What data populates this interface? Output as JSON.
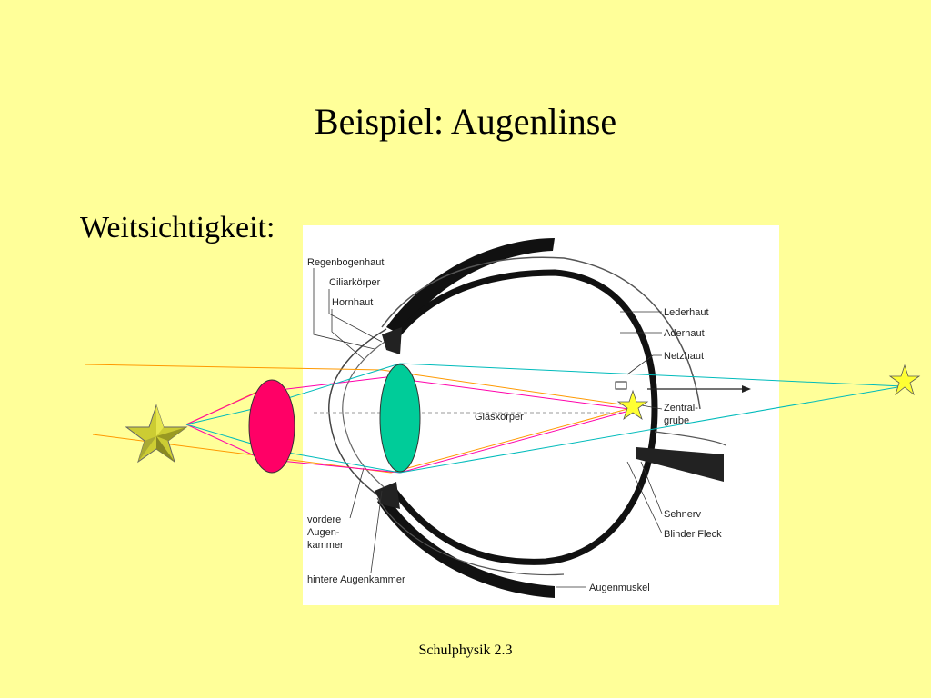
{
  "slide": {
    "title": "Beispiel: Augenlinse",
    "subtitle": "Weitsichtigkeit:",
    "footer": "Schulphysik 2.3"
  },
  "eye_labels": {
    "regenbogenhaut": "Regenbogenhaut",
    "ciliarkoerper": "Ciliarkörper",
    "hornhaut": "Hornhaut",
    "lederhaut": "Lederhaut",
    "aderhaut": "Aderhaut",
    "netzhaut": "Netzhaut",
    "zentral": "Zentral-",
    "grube": "grube",
    "glaskoerper": "Glaskörper",
    "sehnerv": "Sehnerv",
    "blinder_fleck": "Blinder Fleck",
    "vordere_1": "vordere",
    "vordere_2": "Augen-",
    "vordere_3": "kammer",
    "hintere": "hintere Augenkammer",
    "augenmuskel": "Augenmuskel"
  },
  "colors": {
    "background": "#ffff99",
    "correction_lens": "#ff0066",
    "eye_lens": "#00cc99",
    "object_star": "#cccc33",
    "image_star": "#ffff33",
    "ray_orange": "#ff9900",
    "ray_magenta": "#ff00aa",
    "ray_teal": "#00bbbb"
  }
}
